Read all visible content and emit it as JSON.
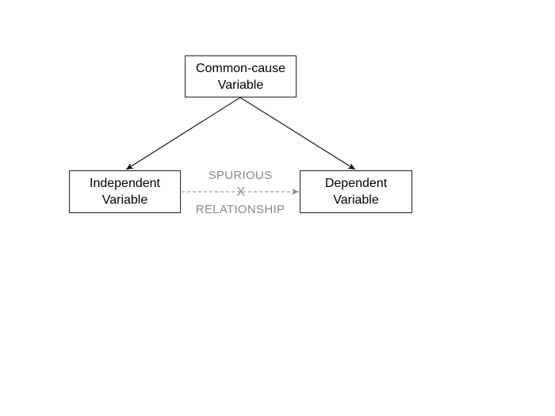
{
  "diagram": {
    "nodes": {
      "common_cause": {
        "line1": "Common-cause",
        "line2": "Variable"
      },
      "independent": {
        "line1": "Independent",
        "line2": "Variable"
      },
      "dependent": {
        "line1": "Dependent",
        "line2": "Variable"
      }
    },
    "edges": [
      {
        "from": "common_cause",
        "to": "independent",
        "style": "solid"
      },
      {
        "from": "common_cause",
        "to": "dependent",
        "style": "solid"
      },
      {
        "from": "independent",
        "to": "dependent",
        "style": "dashed"
      }
    ],
    "spurious_label": {
      "top": "SPURIOUS",
      "mark": "X",
      "bottom": "RELATIONSHIP"
    },
    "colors": {
      "solid_edge": "#111111",
      "dashed_edge": "#8a8a8a",
      "box_border": "#222222"
    }
  }
}
